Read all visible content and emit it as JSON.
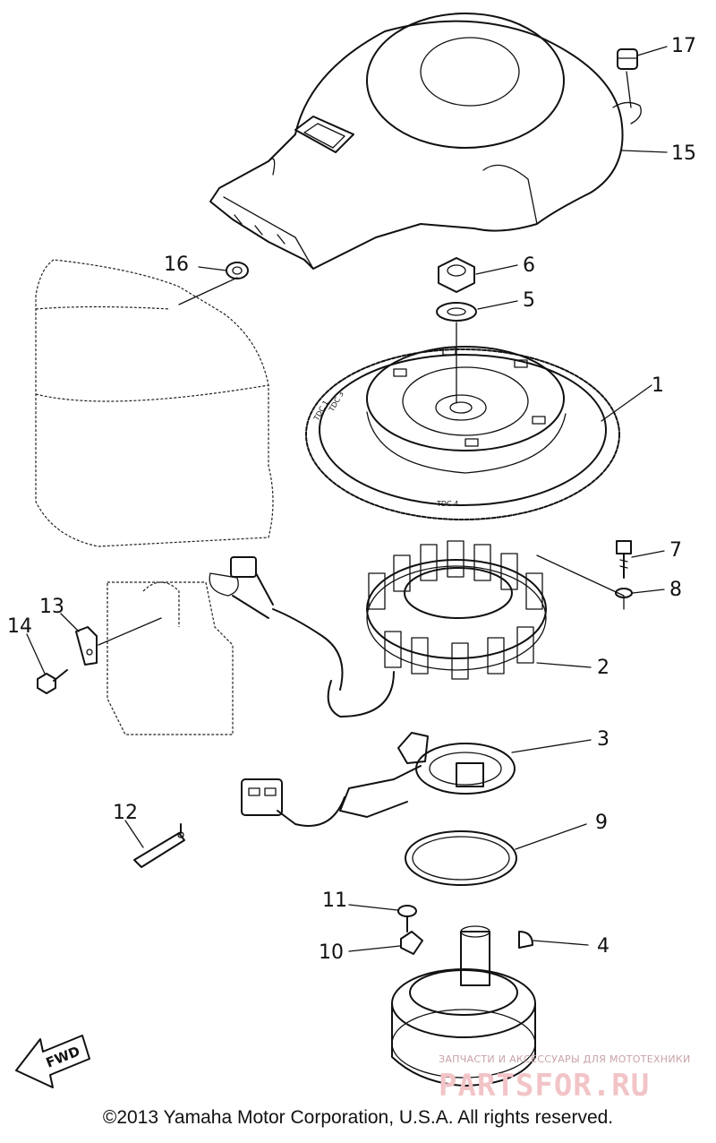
{
  "diagram": {
    "callouts": {
      "c1": "1",
      "c2": "2",
      "c3": "3",
      "c4": "4",
      "c5": "5",
      "c6": "6",
      "c7": "7",
      "c8": "8",
      "c9": "9",
      "c10": "10",
      "c11": "11",
      "c12": "12",
      "c13": "13",
      "c14": "14",
      "c15": "15",
      "c16": "16",
      "c17": "17"
    },
    "flywheel_marks": {
      "tdc1": "TDC 1",
      "tdc3": "TDC 3",
      "tdc4": "TDC 4"
    },
    "direction_arrow": "FWD"
  },
  "footer": {
    "copyright": "©2013 Yamaha Motor Corporation, U.S.A. All rights reserved."
  },
  "watermark": {
    "tagline": "ЗАПЧАСТИ И АКСЕССУАРЫ ДЛЯ МОТОТЕХНИКИ",
    "brand": "PARTSFOR.RU",
    "color": "#f2c4c7"
  }
}
